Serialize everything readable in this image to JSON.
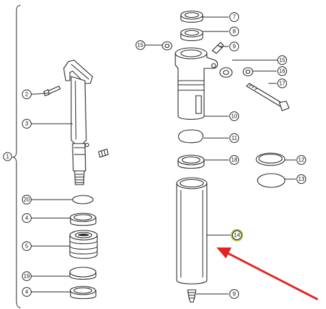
{
  "callouts": {
    "c1": "1",
    "c2": "2",
    "c3": "3",
    "c4a": "4",
    "c4b": "4",
    "c5": "5",
    "c7": "7",
    "c8": "8",
    "c9a": "9",
    "c9b": "9",
    "c10": "10",
    "c11": "11",
    "c12": "12",
    "c13": "13",
    "c14": "14",
    "c15a": "15",
    "c15b": "15",
    "c16": "16",
    "c17": "17",
    "c18": "18",
    "c19": "19",
    "c20": "20"
  },
  "colors": {
    "highlight": "#a8b82a",
    "arrow": "#e52222",
    "ink": "#222222"
  }
}
